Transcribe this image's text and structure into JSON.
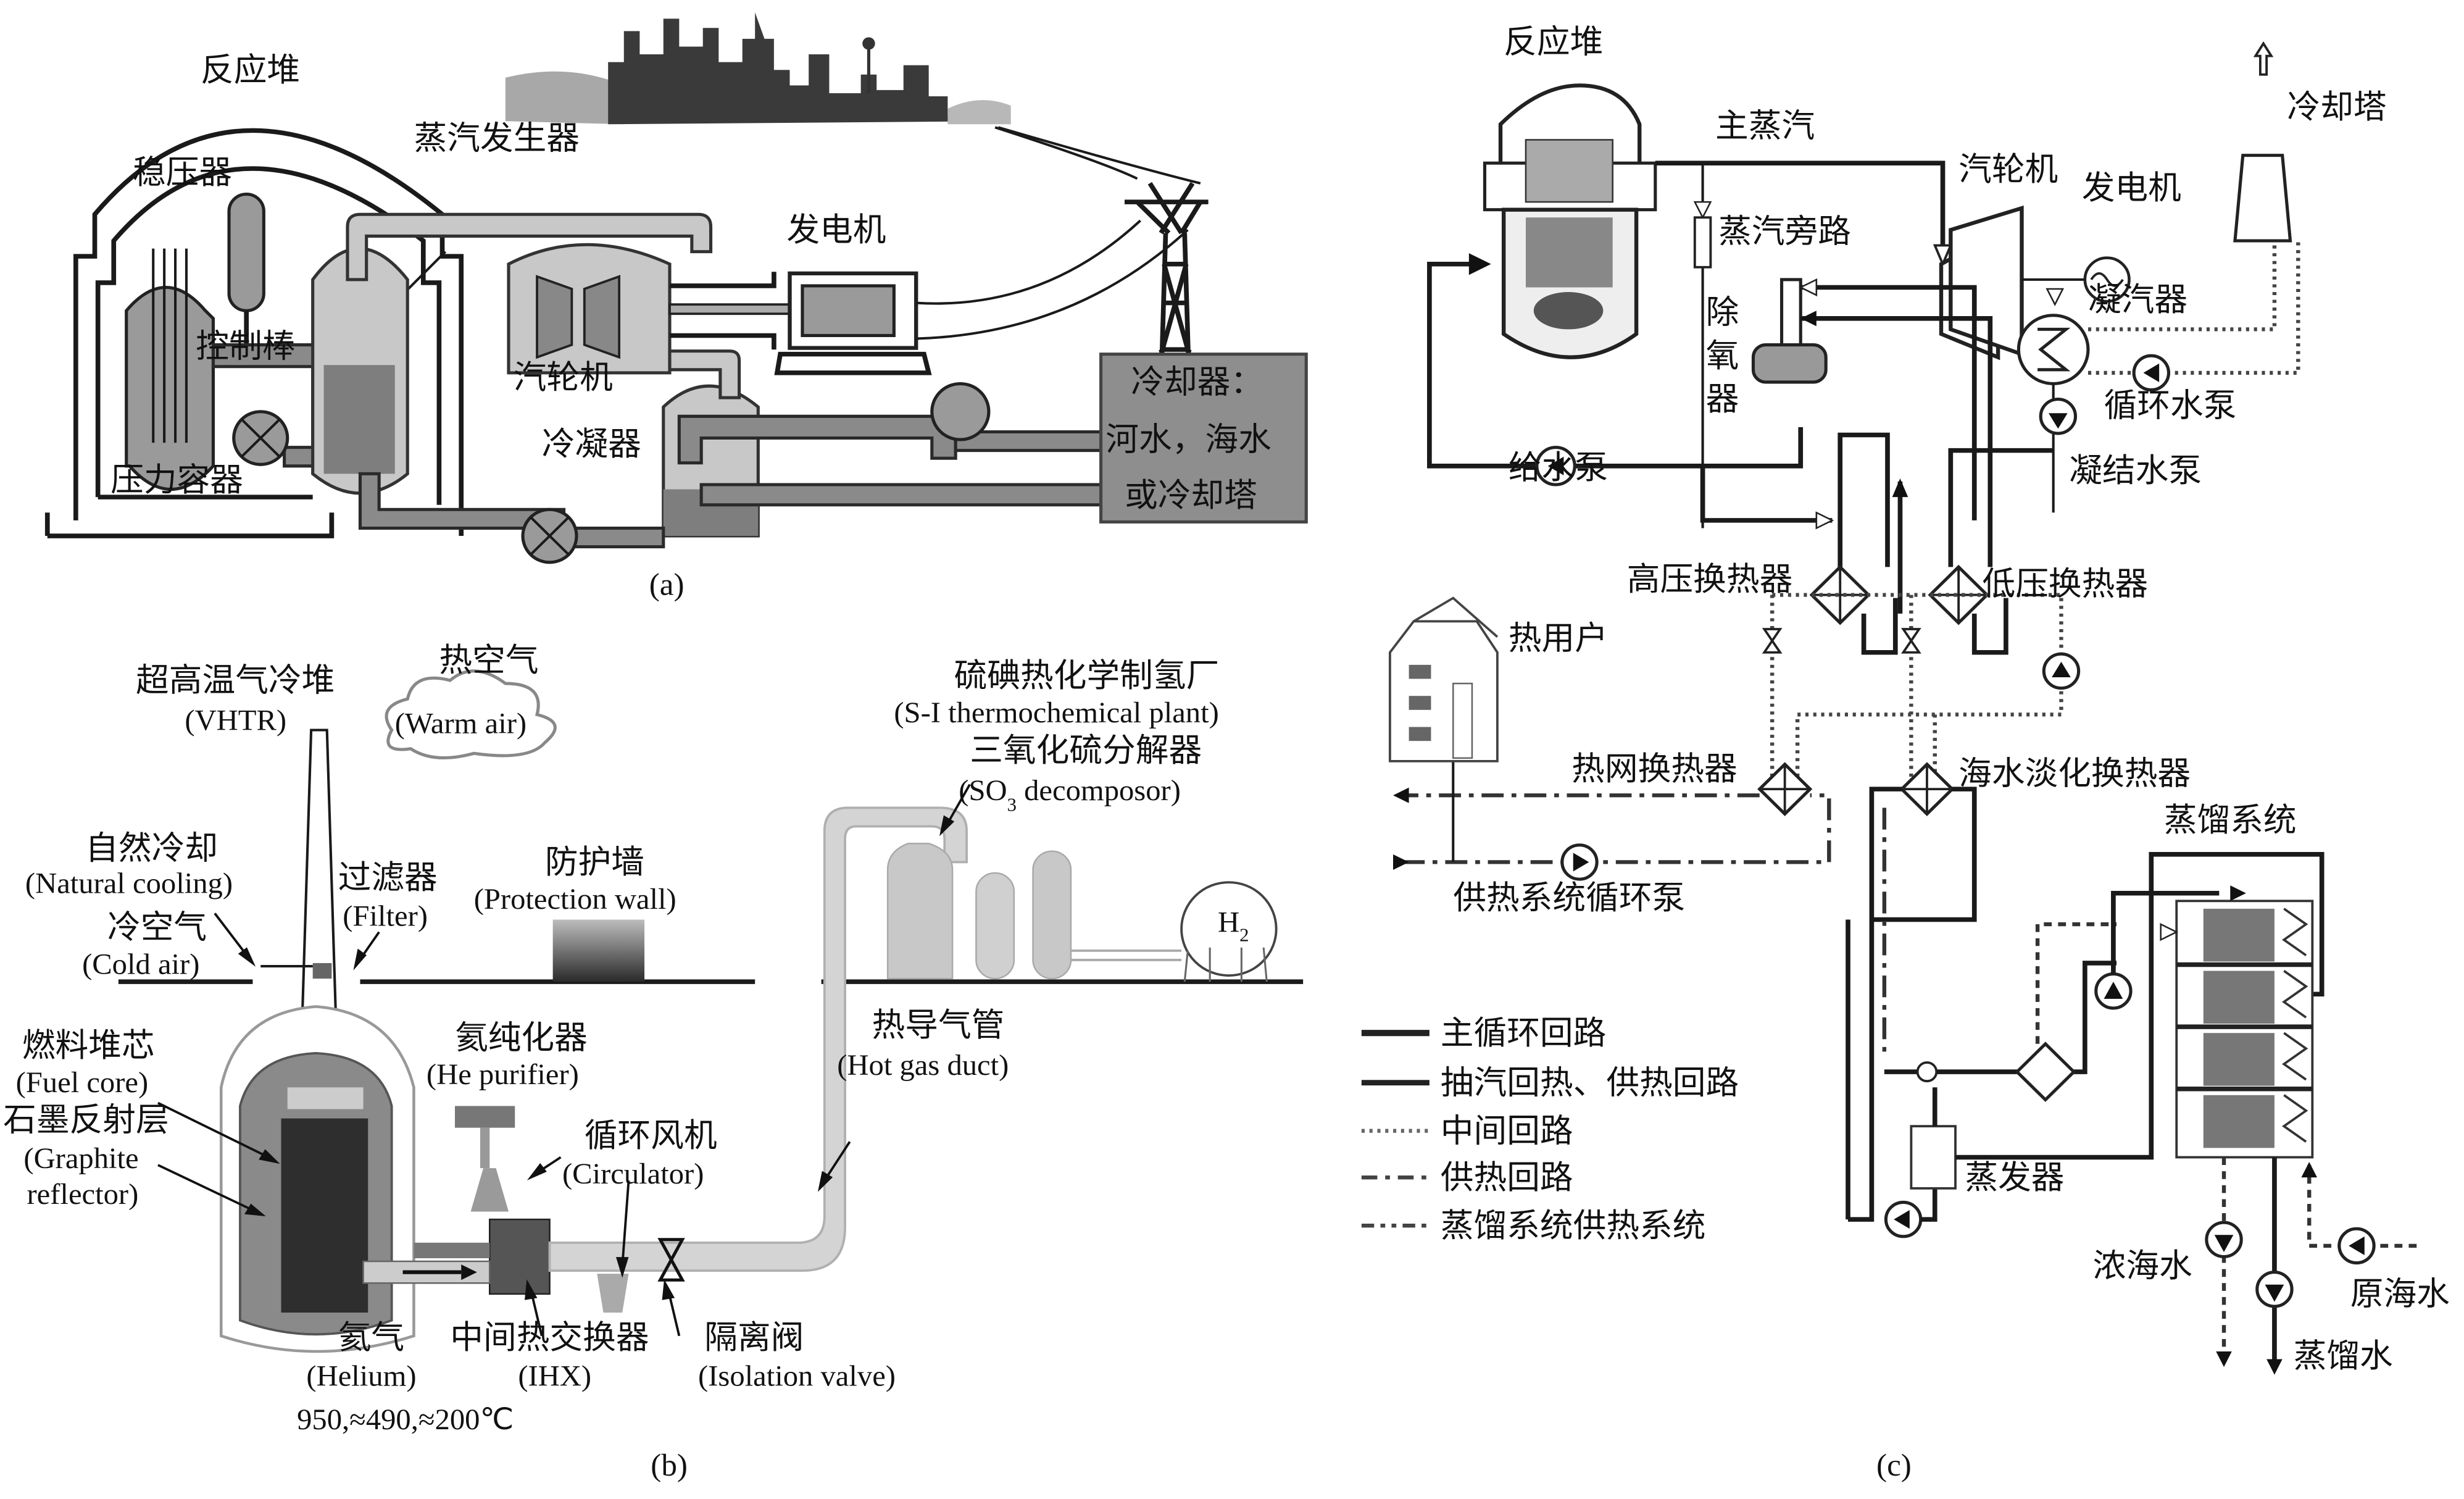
{
  "panels": {
    "a": {
      "caption": "(a)",
      "labels": {
        "reactor": "反应堆",
        "pressurizer": "稳压器",
        "steam_generator": "蒸汽发生器",
        "control_rod": "控制棒",
        "pressure_vessel": "压力容器",
        "generator": "发电机",
        "turbine": "汽轮机",
        "condenser": "冷凝器",
        "cooler_line1": "冷却器：",
        "cooler_line2": "河水，海水",
        "cooler_line3": "或冷却塔"
      }
    },
    "b": {
      "caption": "(b)",
      "labels": {
        "vhtr_cn": "超高温气冷堆",
        "vhtr_en": "(VHTR)",
        "warm_air_cn": "热空气",
        "warm_air_en": "(Warm air)",
        "natural_cooling_cn": "自然冷却",
        "natural_cooling_en": "(Natural cooling)",
        "filter_cn": "过滤器",
        "filter_en": "(Filter)",
        "protection_wall_cn": "防护墙",
        "protection_wall_en": "(Protection wall)",
        "cold_air_cn": "冷空气",
        "cold_air_en": "(Cold air)",
        "si_plant_cn": "硫碘热化学制氢厂",
        "si_plant_en": "(S-I thermochemical plant)",
        "so3_cn": "三氧化硫分解器",
        "so3_en_pre": "(SO",
        "so3_sub": "3",
        "so3_en_post": " decomposor)",
        "h2": "H",
        "h2_sub": "2",
        "fuel_core_cn": "燃料堆芯",
        "fuel_core_en": "(Fuel core)",
        "graphite_cn": "石墨反射层",
        "graphite_en1": "(Graphite",
        "graphite_en2": "reflector)",
        "he_purifier_cn": "氦纯化器",
        "he_purifier_en": "(He purifier)",
        "circulator_cn": "循环风机",
        "circulator_en": "(Circulator)",
        "hot_gas_duct_cn": "热导气管",
        "hot_gas_duct_en": "(Hot gas duct)",
        "helium_cn": "氦气",
        "helium_en": "(Helium)",
        "ihx_cn": "中间热交换器",
        "ihx_en": "(IHX)",
        "isolation_valve_cn": "隔离阀",
        "isolation_valve_en": "(Isolation valve)",
        "temperatures": "950,≈490,≈200℃"
      }
    },
    "c": {
      "caption": "(c)",
      "labels": {
        "reactor": "反应堆",
        "main_steam": "主蒸汽",
        "cooling_tower": "冷却塔",
        "turbine": "汽轮机",
        "generator": "发电机",
        "steam_bypass": "蒸汽旁路",
        "condenser": "凝汽器",
        "deaerator_1": "除",
        "deaerator_2": "氧",
        "deaerator_3": "器",
        "circ_water_pump": "循环水泵",
        "feed_water_pump": "给水泵",
        "condensate_pump": "凝结水泵",
        "hp_heater": "高压换热器",
        "lp_heater": "低压换热器",
        "heat_user": "热用户",
        "heat_network_hx": "热网换热器",
        "desal_hx": "海水淡化换热器",
        "distillation_system": "蒸馏系统",
        "heating_circ_pump": "供热系统循环泵",
        "evaporator": "蒸发器",
        "brine": "浓海水",
        "raw_seawater": "原海水",
        "distilled_water": "蒸馏水"
      },
      "legend": [
        {
          "style": "solid-thick",
          "label": "主循环回路"
        },
        {
          "style": "solid",
          "label": "抽汽回热、供热回路"
        },
        {
          "style": "dotted",
          "label": "中间回路"
        },
        {
          "style": "dash-dot",
          "label": "供热回路"
        },
        {
          "style": "dash-dot-dot",
          "label": "蒸馏系统供热系统"
        }
      ]
    }
  }
}
